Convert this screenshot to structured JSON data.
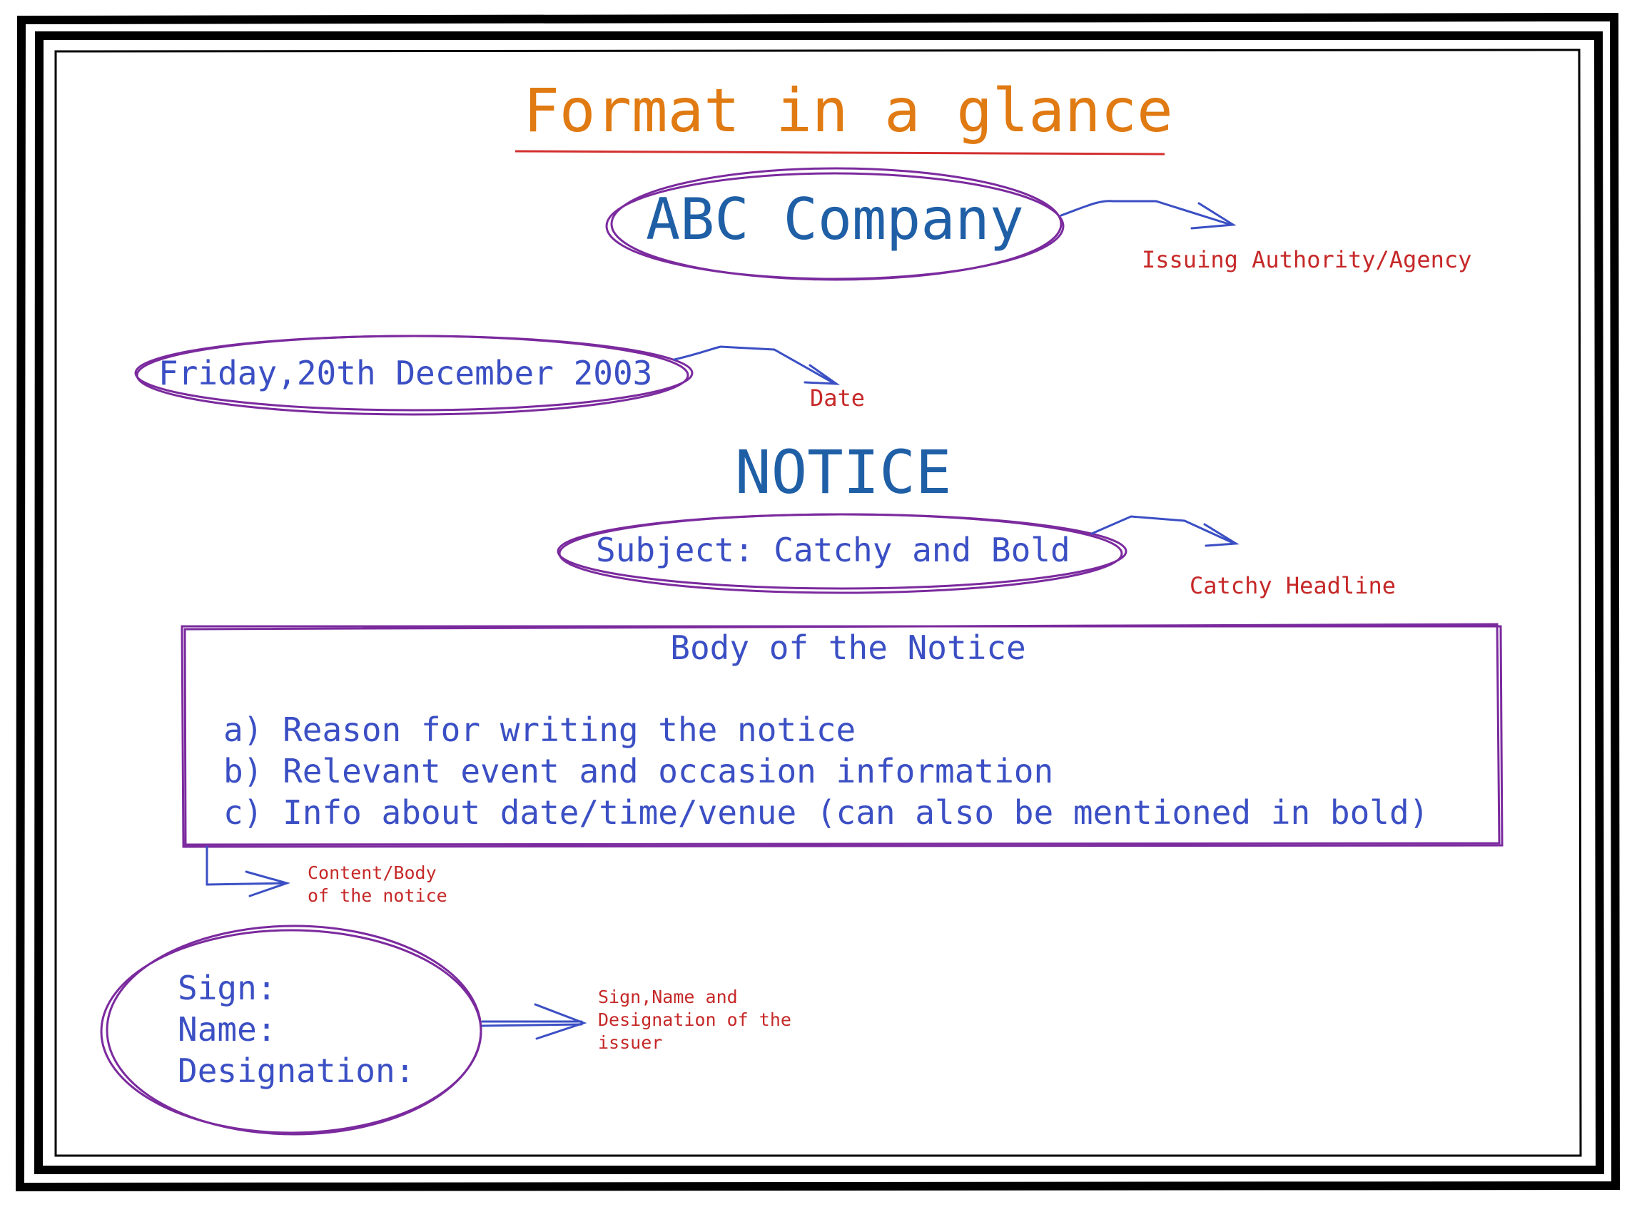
{
  "title": "Format in a glance",
  "company": "ABC Company",
  "date": "Friday,20th December 2003",
  "notice_heading": "NOTICE",
  "subject": "Subject: Catchy and Bold",
  "body": {
    "heading": "Body of the Notice",
    "items": [
      "a) Reason for writing the notice",
      "b) Relevant event and occasion information",
      "c) Info about date/time/venue (can also be mentioned in bold)"
    ]
  },
  "signature": {
    "lines": [
      "Sign:",
      "Name:",
      "Designation:"
    ]
  },
  "annotations": {
    "issuing_authority": "Issuing Authority/Agency",
    "date": "Date",
    "headline": "Catchy Headline",
    "body": "Content/Body\nof the notice",
    "signature": "Sign,Name and\nDesignation of the\nissuer"
  },
  "colors": {
    "title": "#e07a12",
    "heading_blue": "#1f5fa6",
    "text_blue": "#3b4fc4",
    "annotation_red": "#c62828",
    "outline_purple": "#7b2a9e",
    "arrow_blue": "#3b4fc4",
    "underline_red": "#d32f2f"
  }
}
